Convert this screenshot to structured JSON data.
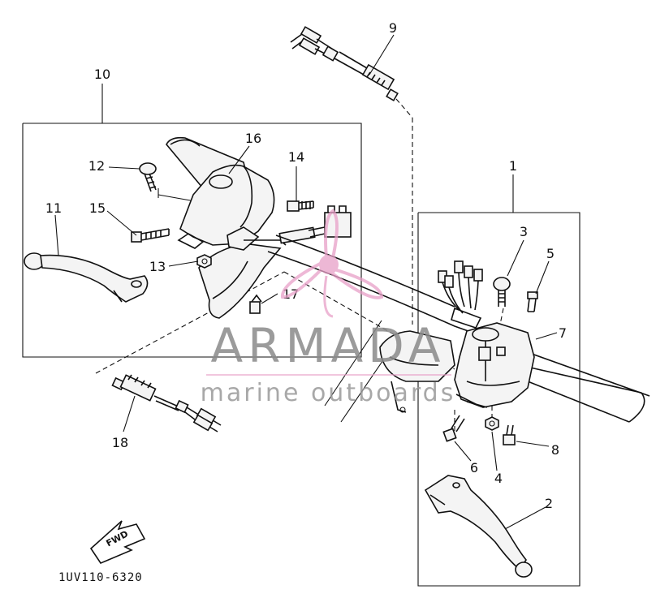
{
  "diagram": {
    "callouts": [
      {
        "id": "1",
        "label": "1"
      },
      {
        "id": "2",
        "label": "2"
      },
      {
        "id": "3",
        "label": "3"
      },
      {
        "id": "4",
        "label": "4"
      },
      {
        "id": "5",
        "label": "5"
      },
      {
        "id": "6",
        "label": "6"
      },
      {
        "id": "7",
        "label": "7"
      },
      {
        "id": "8",
        "label": "8"
      },
      {
        "id": "9",
        "label": "9"
      },
      {
        "id": "10",
        "label": "10"
      },
      {
        "id": "11",
        "label": "11"
      },
      {
        "id": "12",
        "label": "12"
      },
      {
        "id": "13",
        "label": "13"
      },
      {
        "id": "14",
        "label": "14"
      },
      {
        "id": "15",
        "label": "15"
      },
      {
        "id": "16",
        "label": "16"
      },
      {
        "id": "17",
        "label": "17"
      },
      {
        "id": "18",
        "label": "18"
      }
    ],
    "fwd_label": "FWD",
    "part_code": "1UV110-6320"
  },
  "watermark": {
    "brand": "ARMADA",
    "tagline": "marine outboards",
    "logo_icon": "propeller-logo-icon",
    "logo_color": "#e8a0c8"
  }
}
